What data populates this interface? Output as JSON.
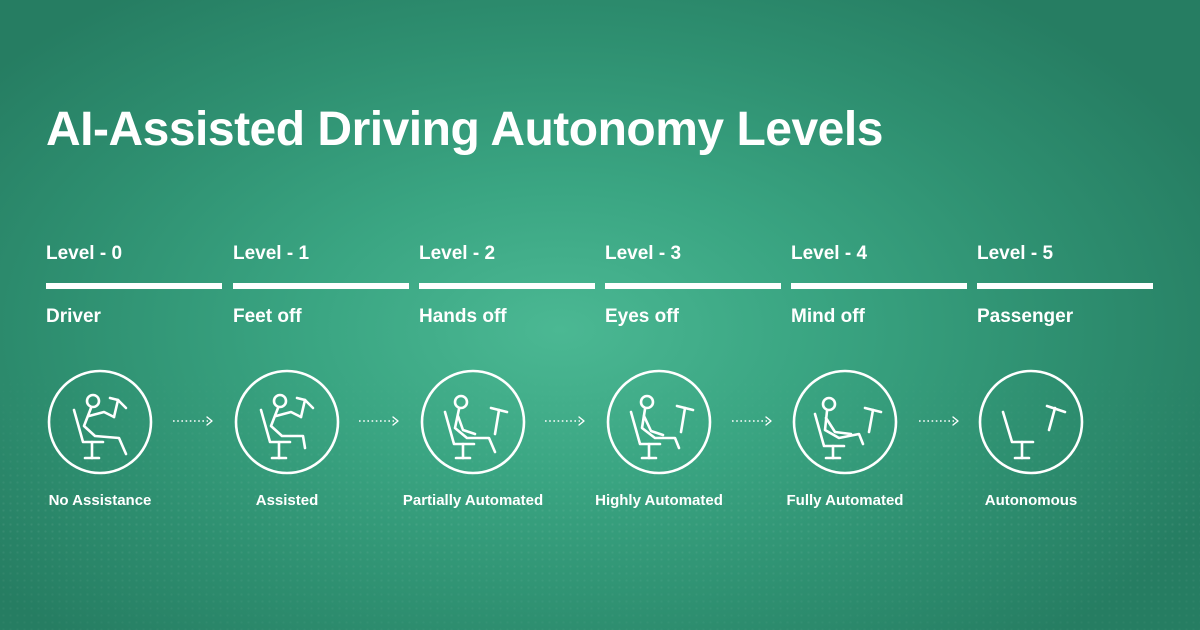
{
  "title": "AI-Assisted Driving Autonomy Levels",
  "levels": [
    {
      "label": "Level - 0",
      "name": "Driver",
      "caption": "No Assistance",
      "icon": "seated-driver-hands-on-wheel-icon"
    },
    {
      "label": "Level - 1",
      "name": "Feet off",
      "caption": "Assisted",
      "icon": "seated-driver-feet-off-icon"
    },
    {
      "label": "Level - 2",
      "name": "Hands off",
      "caption": "Partially Automated",
      "icon": "seated-driver-hands-off-icon"
    },
    {
      "label": "Level - 3",
      "name": "Eyes off",
      "caption": "Highly Automated",
      "icon": "seated-driver-eyes-off-icon"
    },
    {
      "label": "Level - 4",
      "name": "Mind off",
      "caption": "Fully Automated",
      "icon": "seated-driver-reclined-icon"
    },
    {
      "label": "Level - 5",
      "name": "Passenger",
      "caption": "Autonomous",
      "icon": "empty-seat-icon"
    }
  ],
  "colors": {
    "background": "#3aa582",
    "background_edge": "#267d62",
    "foreground": "#ffffff"
  }
}
